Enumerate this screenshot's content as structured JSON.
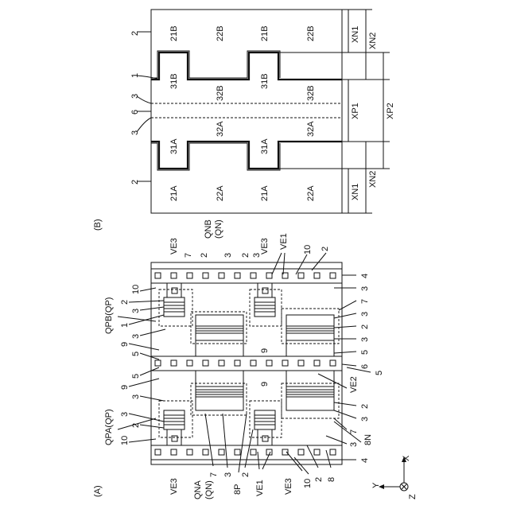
{
  "figure_b": {
    "label": "(B)",
    "region_labels": [
      "21B",
      "22B",
      "21B",
      "22B",
      "31B",
      "32B",
      "31B",
      "32B",
      "32A",
      "32A",
      "31A",
      "31A",
      "21A",
      "22A",
      "21A",
      "22A"
    ],
    "side_refs": [
      "2",
      "1",
      "3",
      "6",
      "3",
      "2"
    ],
    "dims": {
      "xn1_top": "XN1",
      "xn2_top": "XN2",
      "xp1": "XP1",
      "xp2": "XP2",
      "xn1_bot": "XN1",
      "xn2_bot": "XN2"
    }
  },
  "figure_a": {
    "label": "(A)",
    "top_labels": {
      "ve3_l": "VE3",
      "qnb": "QNB",
      "qnb_sub": "B",
      "qn_top": "(QN)",
      "ve3_r": "VE3",
      "ve1": "VE1",
      "n7a": "7",
      "n2a": "2",
      "n3a": "3",
      "n2b": "2",
      "n3b": "3",
      "n10": "10",
      "n2c": "2"
    },
    "left_labels": {
      "n10": "10",
      "n2": "2",
      "n3": "3",
      "qpb": "QPB(QP)",
      "n1": "1",
      "n3b": "3",
      "n9": "9",
      "n5": "5",
      "n5b": "5",
      "n9b": "9",
      "n3c": "3",
      "qpa": "QPA(QP)",
      "n3d": "3",
      "n2b": "2",
      "n10b": "10"
    },
    "right_labels": {
      "n4": "4",
      "n3": "3",
      "n7": "7",
      "n3b": "3",
      "n2": "2",
      "n3c": "3",
      "n5": "5",
      "n6": "6",
      "n5b": "5",
      "ve2": "VE2",
      "n2b": "2",
      "n3d": "3",
      "n7b": "7",
      "n8n": "8N",
      "n3e": "3",
      "n4b": "4"
    },
    "bottom_labels": {
      "ve3": "VE3",
      "qna": "QNA",
      "qn": "(QN)",
      "n7": "7",
      "n3": "3",
      "n8p": "8P",
      "n2": "2",
      "ve1": "VE1",
      "ve3b": "VE3",
      "n10": "10",
      "n2b": "2",
      "n8": "8"
    },
    "inner_labels": {
      "n9a": "9",
      "n9b": "9"
    }
  },
  "axes": {
    "x": "X",
    "y": "Y",
    "z": "Z"
  }
}
